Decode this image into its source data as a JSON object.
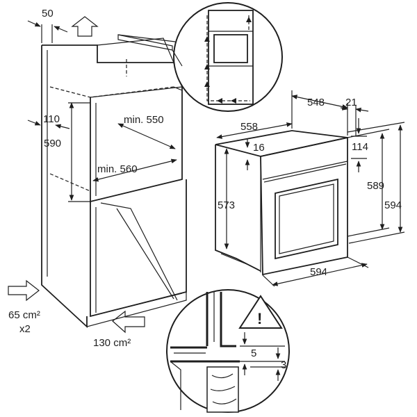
{
  "diagram": {
    "cabinet": {
      "dim_top_gap": "50",
      "dim_side": "110",
      "dim_niche_height": "590",
      "dim_min_depth": "min. 550",
      "dim_min_width": "min. 560",
      "vent_side": "65 cm²",
      "vent_side_multiplier": "x2",
      "vent_bottom": "130 cm²"
    },
    "oven": {
      "dim_depth_total": "548",
      "dim_depth_body": "558",
      "dim_front": "21",
      "dim_top_offset": "16",
      "dim_panel": "114",
      "dim_body_height": "573",
      "dim_height_inner": "589",
      "dim_height_total": "594",
      "dim_width": "594"
    },
    "detail": {
      "dim_gap_a": "5",
      "dim_gap_b": "3",
      "warning_symbol": "!"
    }
  }
}
